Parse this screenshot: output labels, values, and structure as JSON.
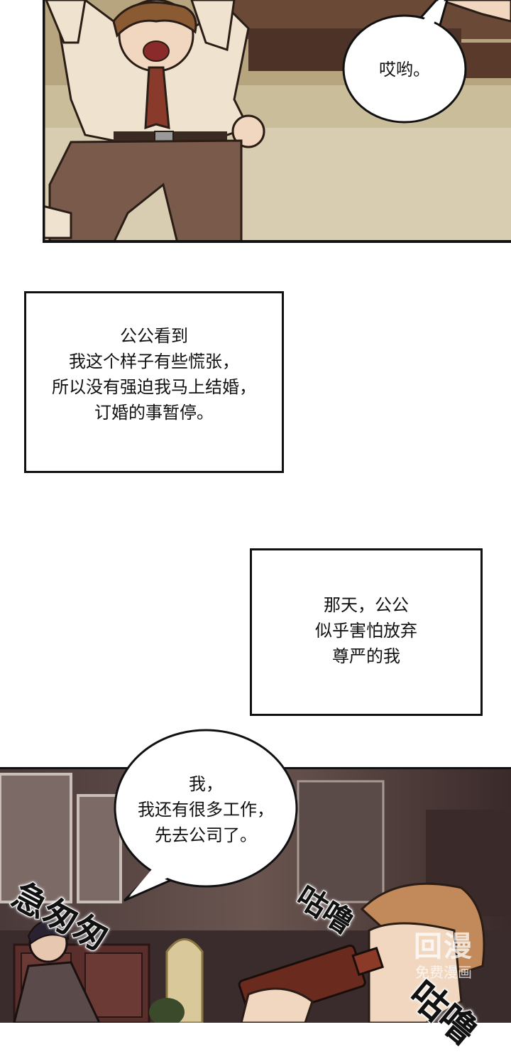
{
  "panel_top": {
    "speech": "哎哟。"
  },
  "narration_1": {
    "lines": [
      "公公看到",
      "我这个样子有些慌张，",
      "所以没有强迫我马上结婚，",
      "订婚的事暂停。"
    ]
  },
  "narration_2": {
    "lines": [
      "那天，公公",
      "似乎害怕放弃",
      "尊严的我"
    ]
  },
  "panel_bottom": {
    "speech_lines": [
      "我，",
      "我还有很多工作，",
      "先去公司了。"
    ],
    "sfx_left": "急匆匆",
    "sfx_right": "咕噜",
    "sfx_right_2": "咕噜"
  },
  "watermark": {
    "logo": "回漫",
    "text": "免费漫画"
  }
}
